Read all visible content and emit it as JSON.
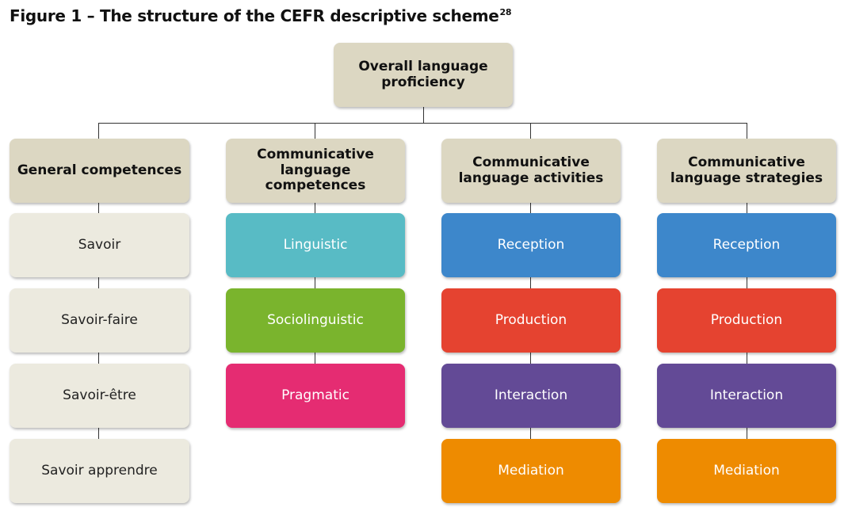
{
  "figure": {
    "title": "Figure 1 – The structure of the CEFR descriptive scheme",
    "title_superscript": "28"
  },
  "root": {
    "label": "Overall language proficiency"
  },
  "columns": [
    {
      "header": "General competences",
      "items": [
        "Savoir",
        "Savoir-faire",
        "Savoir-être",
        "Savoir apprendre"
      ]
    },
    {
      "header": "Communicative language competences",
      "items": [
        "Linguistic",
        "Sociolinguistic",
        "Pragmatic"
      ]
    },
    {
      "header": "Communicative language activities",
      "items": [
        "Reception",
        "Production",
        "Interaction",
        "Mediation"
      ]
    },
    {
      "header": "Communicative language strategies",
      "items": [
        "Reception",
        "Production",
        "Interaction",
        "Mediation"
      ]
    }
  ],
  "colors": {
    "header": "#dcd7c2",
    "general": "#eceadf",
    "linguistic": "#58bbc5",
    "sociolinguistic": "#7ab42d",
    "pragmatic": "#e52c72",
    "reception": "#3d87cb",
    "production": "#e54330",
    "interaction": "#634a96",
    "mediation": "#ee8b00"
  }
}
